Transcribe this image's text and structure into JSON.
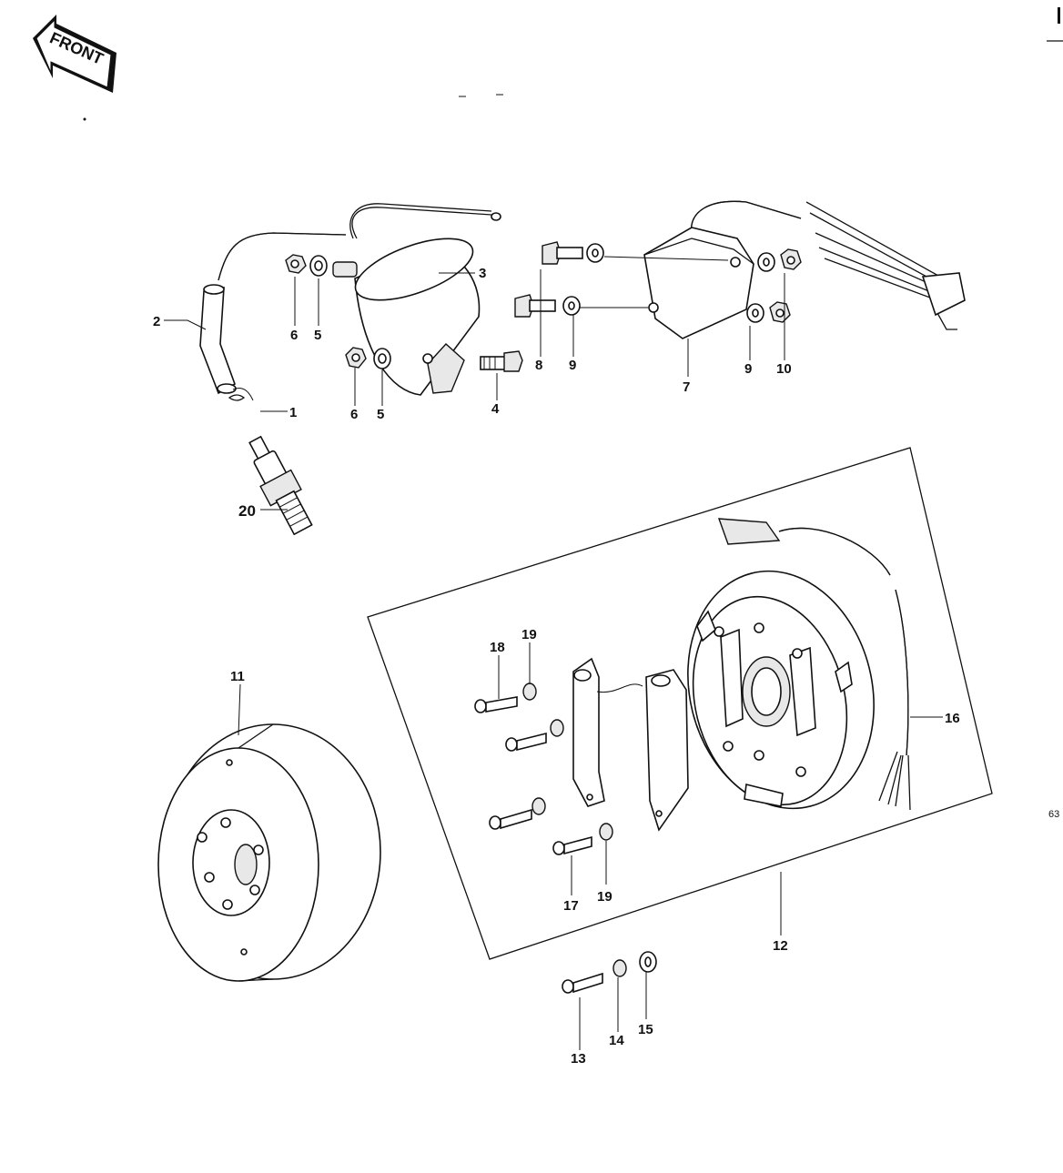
{
  "orientation_badge": {
    "text": "FRONT"
  },
  "edge_marks": {
    "page_number_fragment": "63"
  },
  "parts": [
    {
      "id": "p1",
      "label": "1"
    },
    {
      "id": "p2",
      "label": "2"
    },
    {
      "id": "p3",
      "label": "3"
    },
    {
      "id": "p4",
      "label": "4"
    },
    {
      "id": "p5a",
      "label": "5"
    },
    {
      "id": "p5b",
      "label": "5"
    },
    {
      "id": "p6a",
      "label": "6"
    },
    {
      "id": "p6b",
      "label": "6"
    },
    {
      "id": "p7",
      "label": "7"
    },
    {
      "id": "p8",
      "label": "8"
    },
    {
      "id": "p9a",
      "label": "9"
    },
    {
      "id": "p9b",
      "label": "9"
    },
    {
      "id": "p10",
      "label": "10"
    },
    {
      "id": "p11",
      "label": "11"
    },
    {
      "id": "p12",
      "label": "12"
    },
    {
      "id": "p13",
      "label": "13"
    },
    {
      "id": "p14",
      "label": "14"
    },
    {
      "id": "p15",
      "label": "15"
    },
    {
      "id": "p16",
      "label": "16"
    },
    {
      "id": "p17",
      "label": "17"
    },
    {
      "id": "p18",
      "label": "18"
    },
    {
      "id": "p19a",
      "label": "19"
    },
    {
      "id": "p19b",
      "label": "19"
    },
    {
      "id": "p20",
      "label": "20"
    }
  ],
  "icons": {
    "front_arrow": "front-arrow-icon",
    "spark_plug": "spark-plug-icon",
    "ignition_coil": "ignition-coil-icon",
    "flywheel": "flywheel-rotor-icon",
    "stator_plate": "stator-plate-icon",
    "cdi_unit": "cdi-unit-icon"
  }
}
